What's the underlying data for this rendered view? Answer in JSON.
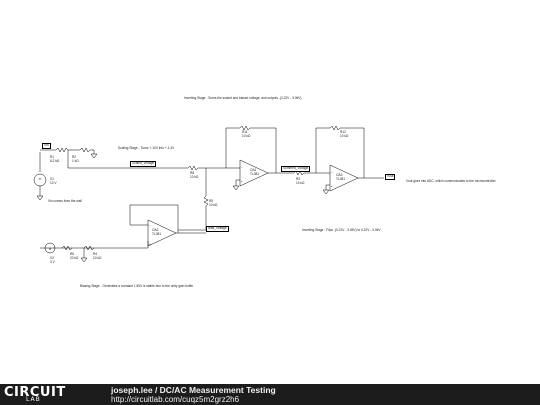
{
  "annotations": {
    "inv_stage_top": "Inverting Stage - Sums the scaled and biased voltage, and outputs -(3.22V - 3.06V)",
    "scaling_stage": "Scaling Stage - Turns +-10V into +-1.4V",
    "from_wall": "Vin comes from the wall",
    "inv_stage_flip": "Inverting Stage - Flips -(0.22V - 3.06V) to 0.22V - 3.06V",
    "biasing_stage": "Biasing Stage - Generates a constant 1.65V is stable due to the unity gain buffer",
    "vout_note": "Vout goes into ADC, which communicates to the microcontroller"
  },
  "components": {
    "r1": {
      "name": "R1",
      "value": "8.2 kΩ"
    },
    "r2": {
      "name": "R2",
      "value": "1 kΩ"
    },
    "r3": {
      "name": "R3",
      "value": "10 kΩ"
    },
    "r4": {
      "name": "R4",
      "value": "10 kΩ"
    },
    "r5": {
      "name": "R5",
      "value": "10 kΩ"
    },
    "r6": {
      "name": "R6",
      "value": "20 kΩ"
    },
    "r8": {
      "name": "R8",
      "value": "10 kΩ"
    },
    "r11": {
      "name": "R11",
      "value": "10 kΩ"
    },
    "r12": {
      "name": "R12",
      "value": "10 kΩ"
    },
    "v1": {
      "name": "V1",
      "value": "10 V"
    },
    "v2": {
      "name": "V2",
      "value": "3 V"
    },
    "oa1": {
      "name": "OA1",
      "part": "TL081"
    },
    "oa2": {
      "name": "OA2",
      "part": "TL081"
    },
    "oa3": {
      "name": "OA3",
      "part": "TL081"
    }
  },
  "net_labels": {
    "vin": "Vin",
    "scaled": "Scaled_Voltage",
    "bias": "Bias_Voltage",
    "summed": "Summed_Voltage",
    "vout": "Vout"
  },
  "footer": {
    "brand_top": "CIRCUIT",
    "brand_bottom": "LAB",
    "title_user": "joseph.lee",
    "title_sep": " / ",
    "title_name": "DC/AC Measurement Testing",
    "url": "http://circuitlab.com/cuqz5m2grz2h6"
  }
}
